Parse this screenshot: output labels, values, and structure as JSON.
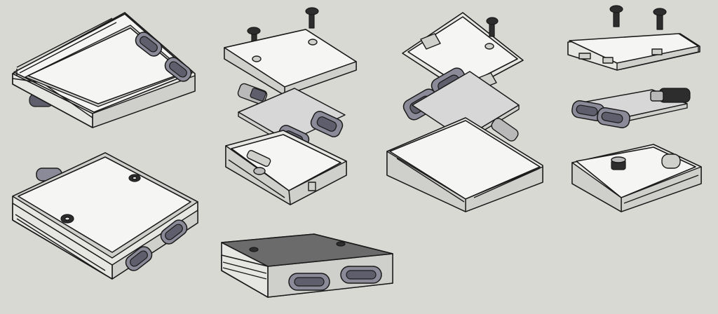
{
  "canvas": {
    "background": "#d9d9d4"
  },
  "palette": {
    "outline": "#1a1a1a",
    "plastic_light": "#f5f5f3",
    "plastic_mid": "#e6e6e3",
    "plastic_shade": "#cfcfcc",
    "plastic_dark": "#9e9e9a",
    "connector": "#8a8a98",
    "connector_dark": "#5e5e6c",
    "connector_light": "#a6a6b4",
    "pcb": "#d7d7d7",
    "metal": "#b9b9b9",
    "lid_dark": "#6b6b6b",
    "screw": "#2d2d2d"
  },
  "views": [
    {
      "name": "assembled-top-view",
      "parts": [
        "enclosure-shell",
        "top-lid",
        "usb-c-port",
        "usb-c-port"
      ]
    },
    {
      "name": "exploded-view-front",
      "parts": [
        "screw",
        "screw",
        "top-lid",
        "usb-c-connector",
        "pcb",
        "usb-c-connector",
        "usb-c-connector",
        "bottom-tray"
      ]
    },
    {
      "name": "exploded-view-underside",
      "parts": [
        "top-lid",
        "screw",
        "usb-c-connector",
        "usb-c-connector",
        "pcb",
        "bottom-tray"
      ]
    },
    {
      "name": "exploded-view-back",
      "parts": [
        "screw",
        "screw",
        "top-lid",
        "usb-c-connector",
        "usb-c-connector",
        "pcb",
        "bottom-tray"
      ]
    },
    {
      "name": "assembled-screws-view",
      "parts": [
        "enclosure-shell",
        "screw",
        "screw",
        "usb-c-port",
        "usb-c-port"
      ]
    },
    {
      "name": "assembled-front-view",
      "parts": [
        "enclosure-shell",
        "top-lid",
        "screw",
        "screw",
        "usb-c-port",
        "usb-c-port"
      ]
    }
  ]
}
